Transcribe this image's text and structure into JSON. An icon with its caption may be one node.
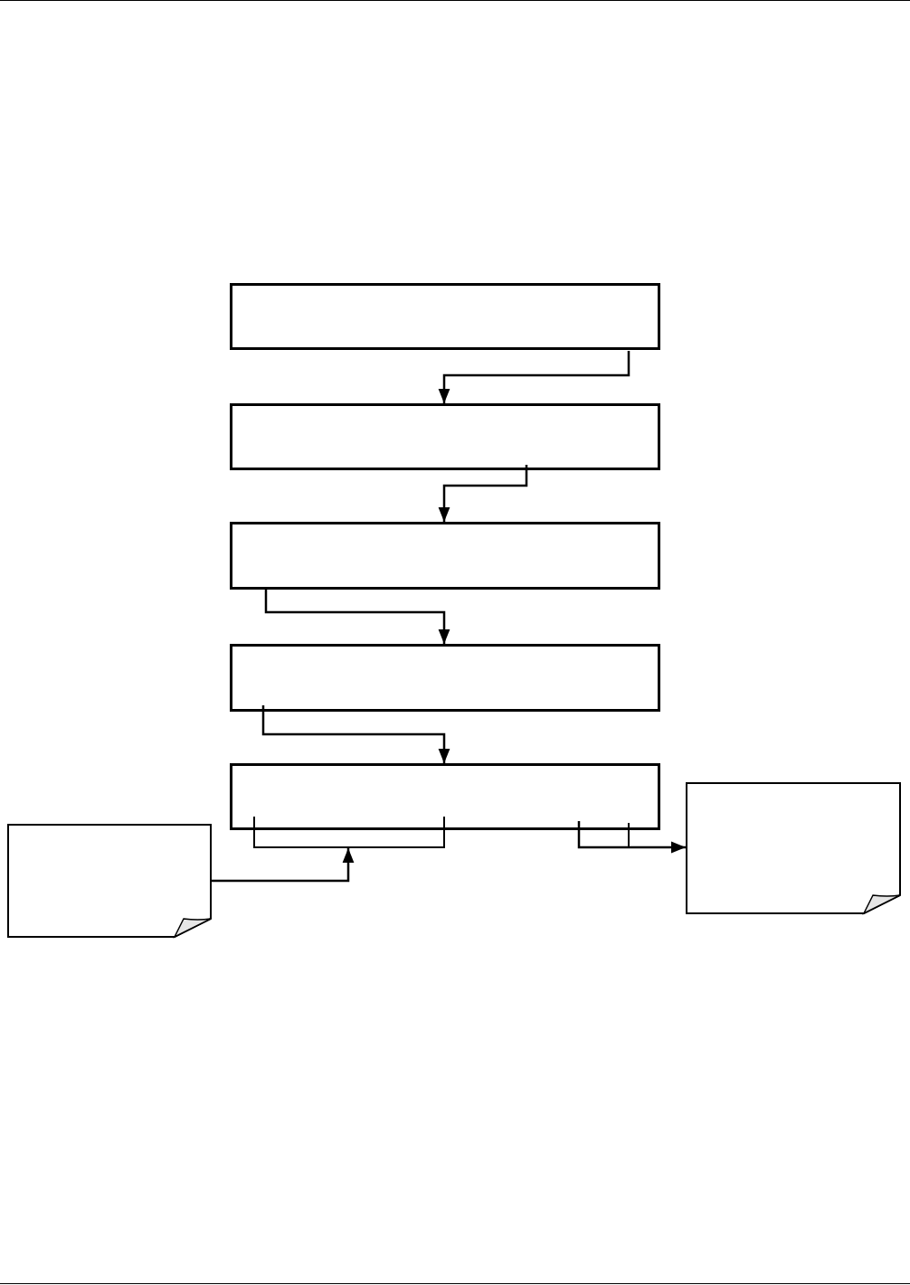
{
  "diagram": {
    "nodes": [
      {
        "text": [],
        "shape": "box"
      },
      {
        "text": [],
        "shape": "box"
      },
      {
        "text": [],
        "shape": "box"
      },
      {
        "text": [],
        "shape": "box"
      },
      {
        "text": [],
        "shape": "box"
      },
      {
        "text": [],
        "shape": "document"
      },
      {
        "text": [],
        "shape": "document"
      }
    ],
    "edges": [
      {
        "from": 0,
        "to": 1,
        "arrow": "to"
      },
      {
        "from": 1,
        "to": 2,
        "arrow": "to"
      },
      {
        "from": 2,
        "to": 3,
        "arrow": "to"
      },
      {
        "from": 3,
        "to": 4,
        "arrow": "to"
      },
      {
        "from": 5,
        "to": 4,
        "arrow": "to"
      },
      {
        "from": 4,
        "to": 6,
        "arrow": "to"
      }
    ]
  }
}
